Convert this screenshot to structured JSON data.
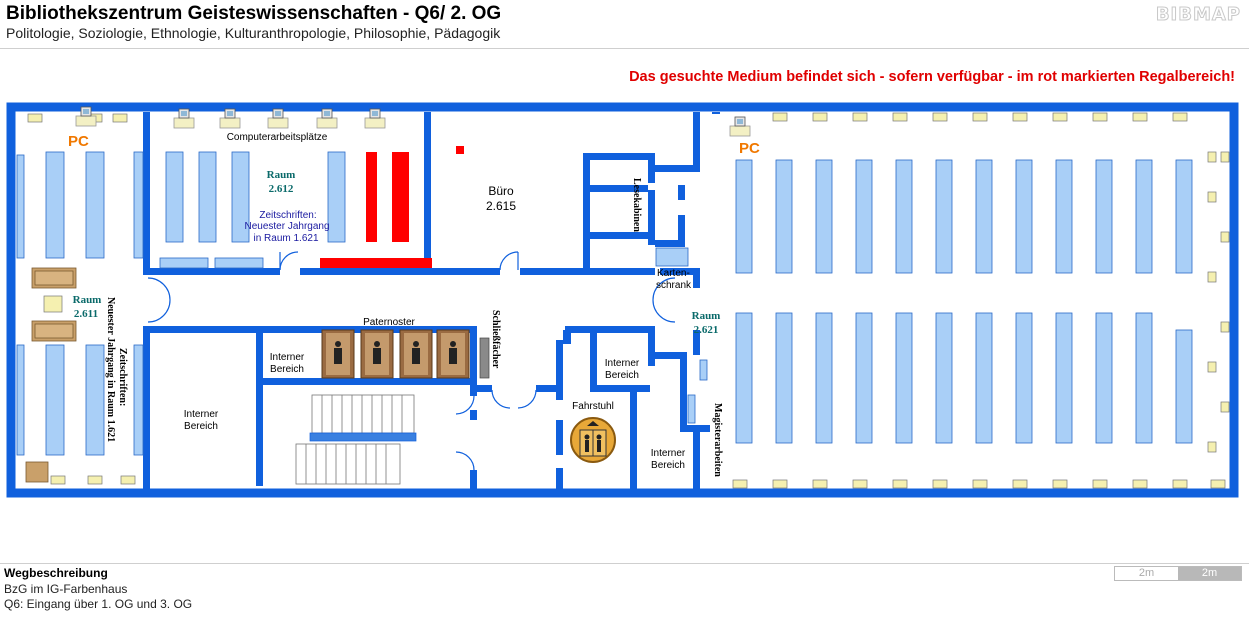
{
  "header": {
    "title": "Bibliothekszentrum Geisteswissenschaften - Q6/ 2. OG",
    "subtitle": "Politologie, Soziologie, Ethnologie, Kulturanthropologie, Philosophie, Pädagogik",
    "logo": "BIBMAP"
  },
  "notice": "Das gesuchte Medium befindet sich - sofern verfügbar -  im rot markierten Regalbereich!",
  "labels": {
    "pc": "PC",
    "computer_workstations": "Computerarbeitsplätze",
    "room_2612_a": "Raum",
    "room_2612_b": "2.612",
    "zeitschriften_1": "Zeitschriften:",
    "zeitschriften_2": "Neuester Jahrgang",
    "zeitschriften_3": "in Raum  1.621",
    "buero_a": "Büro",
    "buero_b": "2.615",
    "lesekabinen": "Lesekabinen",
    "kartenschrank_1": "Karten-",
    "kartenschrank_2": "schrank",
    "room_2611_a": "Raum",
    "room_2611_b": "2.611",
    "vertical_zeitschriften_1": "Zeitschriften:",
    "vertical_zeitschriften_2": "Neuester Jahrgang in Raum 1.621",
    "paternoster": "Paternoster",
    "schliessfaecher": "Schließfächer",
    "interner": "Interner",
    "bereich": "Bereich",
    "fahrstuhl": "Fahrstuhl",
    "room_2621_a": "Raum",
    "room_2621_b": "2.621",
    "magistrarbeiten": "Magisterarbeiten"
  },
  "footer": {
    "title": "Wegbeschreibung",
    "line1": "BzG im IG-Farbenhaus",
    "line2": "Q6: Eingang über 1. OG und 3. OG",
    "scale_a": "2m",
    "scale_b": "2m"
  },
  "colors": {
    "wall": "#1060dd",
    "shelf": "#a9cff7",
    "shelf_border": "#2a6ac8",
    "highlight": "#ff0000",
    "seat": "#f5f0b0",
    "furniture": "#c9a06a",
    "pc_label": "#f07800",
    "room_label": "#0a6a6a"
  }
}
